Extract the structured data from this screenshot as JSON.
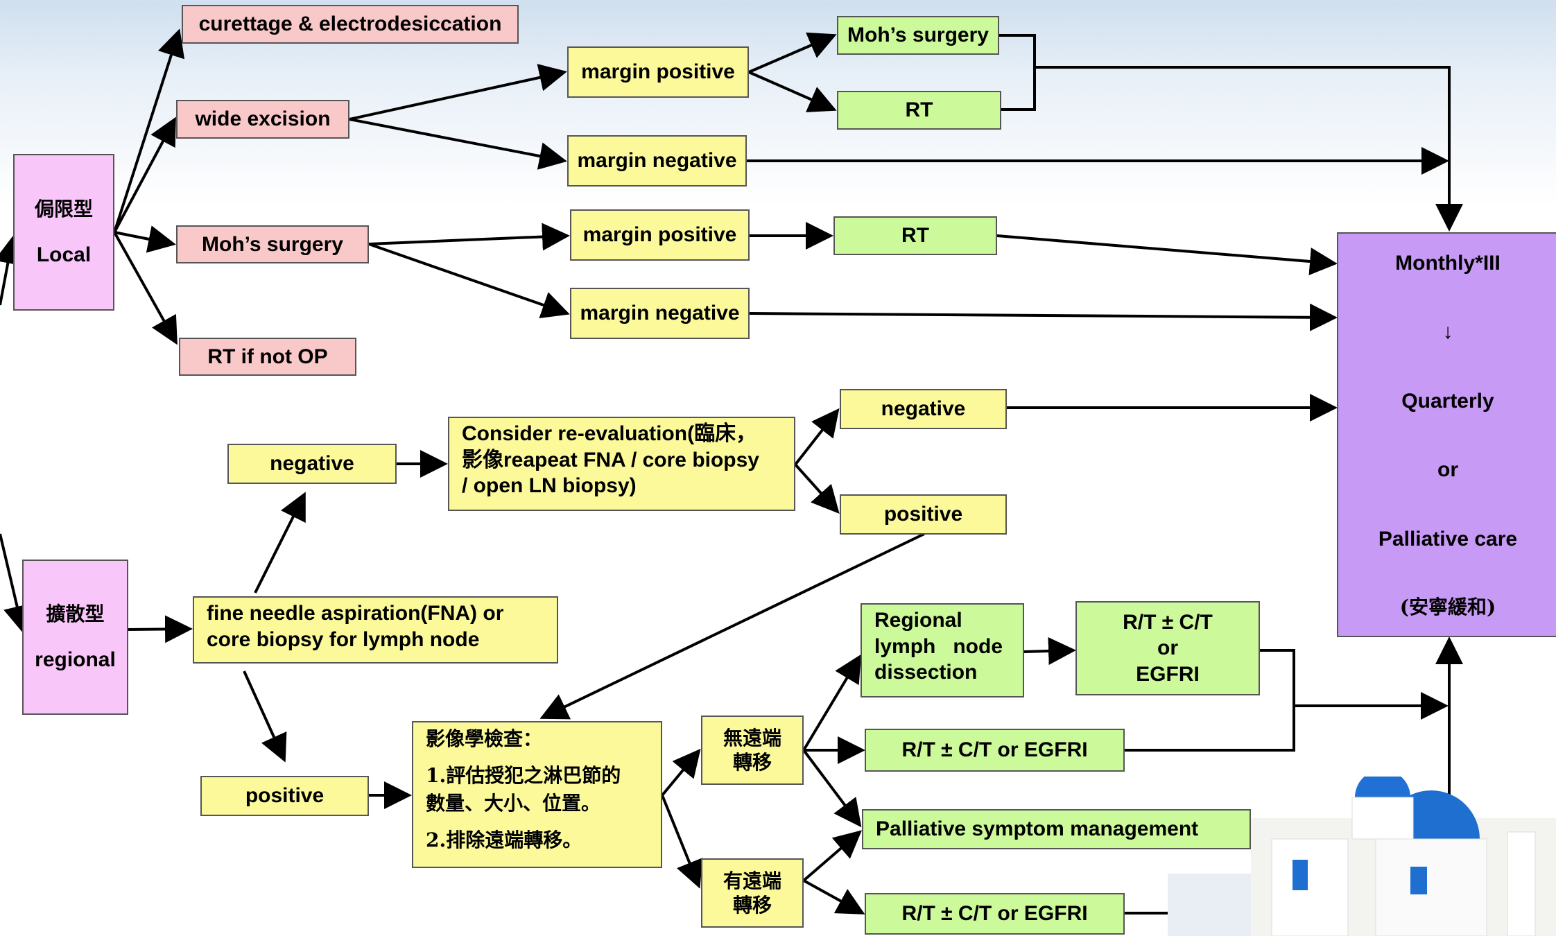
{
  "local": {
    "cn": "侷限型",
    "en": "Local"
  },
  "local_options": {
    "curettage": "curettage & electrodesiccation",
    "wide_excision": "wide excision",
    "mohs": "Moh’s surgery",
    "rt_not_op": "RT  if not OP"
  },
  "wide_excision_results": {
    "margin_positive": "margin positive",
    "margin_negative": "margin negative",
    "mohs": "Moh’s surgery",
    "rt": "RT"
  },
  "mohs_results": {
    "margin_positive": "margin positive",
    "margin_negative": "margin negative",
    "rt": "RT"
  },
  "regional": {
    "cn": "擴散型",
    "en": "regional"
  },
  "fna": {
    "line1": "fine needle aspiration(FNA) or",
    "line2": "core biopsy for lymph node"
  },
  "fna_negative": "negative",
  "fna_positive": "positive",
  "reeval": {
    "line1": "Consider re-evaluation(臨床，",
    "line2": "影像reapeat FNA / core biopsy",
    "line3": "/ open LN biopsy)"
  },
  "reeval_negative": "negative",
  "reeval_positive": "positive",
  "imaging": {
    "title": "影像學檢查：",
    "item1a": "1.評估授犯之淋巴節的",
    "item1b": "數量、大小、位置。",
    "item2": "2.排除遠端轉移。"
  },
  "no_distant": {
    "line1": "無遠端",
    "line2": "轉移"
  },
  "distant": {
    "line1": "有遠端",
    "line2": "轉移"
  },
  "regional_dissection": {
    "line1": "Regional",
    "line2": "lymph   node",
    "line3": "dissection"
  },
  "rt_ct_egfri_stack": {
    "line1": "R/T ± C/T",
    "line2": "or",
    "line3": "EGFRI"
  },
  "rt_ct_egfri_1": "R/T ± C/T or EGFRI",
  "palliative_symptom": "Palliative symptom management",
  "rt_ct_egfri_2": "R/T ± C/T or EGFRI",
  "followup": {
    "line1": "Monthly*III",
    "arrow": "↓",
    "line2": "Quarterly",
    "line3": "or",
    "line4": "Palliative care",
    "line5": "(安寧緩和)"
  },
  "colors": {
    "pink": "#f9c9c9",
    "yellow": "#fbf99a",
    "green": "#ccf99a",
    "magenta": "#f9c6f9",
    "purple": "#c79af5"
  }
}
